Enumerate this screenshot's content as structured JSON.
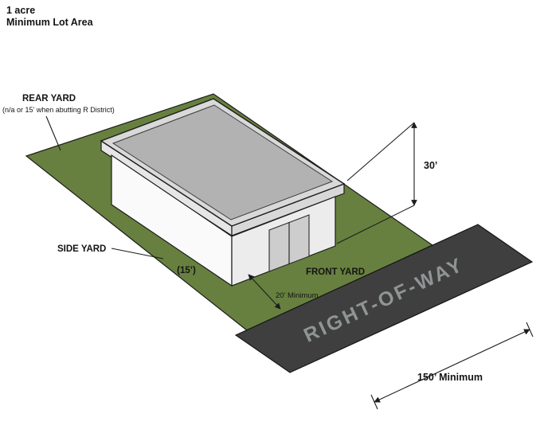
{
  "title": {
    "line1": "1 acre",
    "line2": "Minimum Lot Area"
  },
  "annotations": {
    "rear_yard": {
      "label": "REAR YARD",
      "note": "(n/a or 15’ when abutting R District)"
    },
    "side_yard": {
      "label": "SIDE YARD",
      "dimension": "(15’)"
    },
    "front_yard": {
      "label": "FRONT YARD",
      "setback": "20’ Minimum"
    },
    "right_of_way": {
      "label": "RIGHT-OF-WAY",
      "frontage": "150’ Minimum"
    },
    "building": {
      "height": "30’"
    }
  },
  "colors": {
    "lot_green": "#67803f",
    "road": "#3f3f3f",
    "row_text": "#8f9494",
    "roof": "#b2b2b2",
    "roof_rim": "#d9d9d9",
    "fascia_left": "#e6e6e6",
    "fascia_front": "#d8d8d8",
    "wall_light": "#fafafa",
    "wall_shade": "#ececec",
    "door": "#cdcdcd",
    "ink": "#1c1c1c"
  }
}
